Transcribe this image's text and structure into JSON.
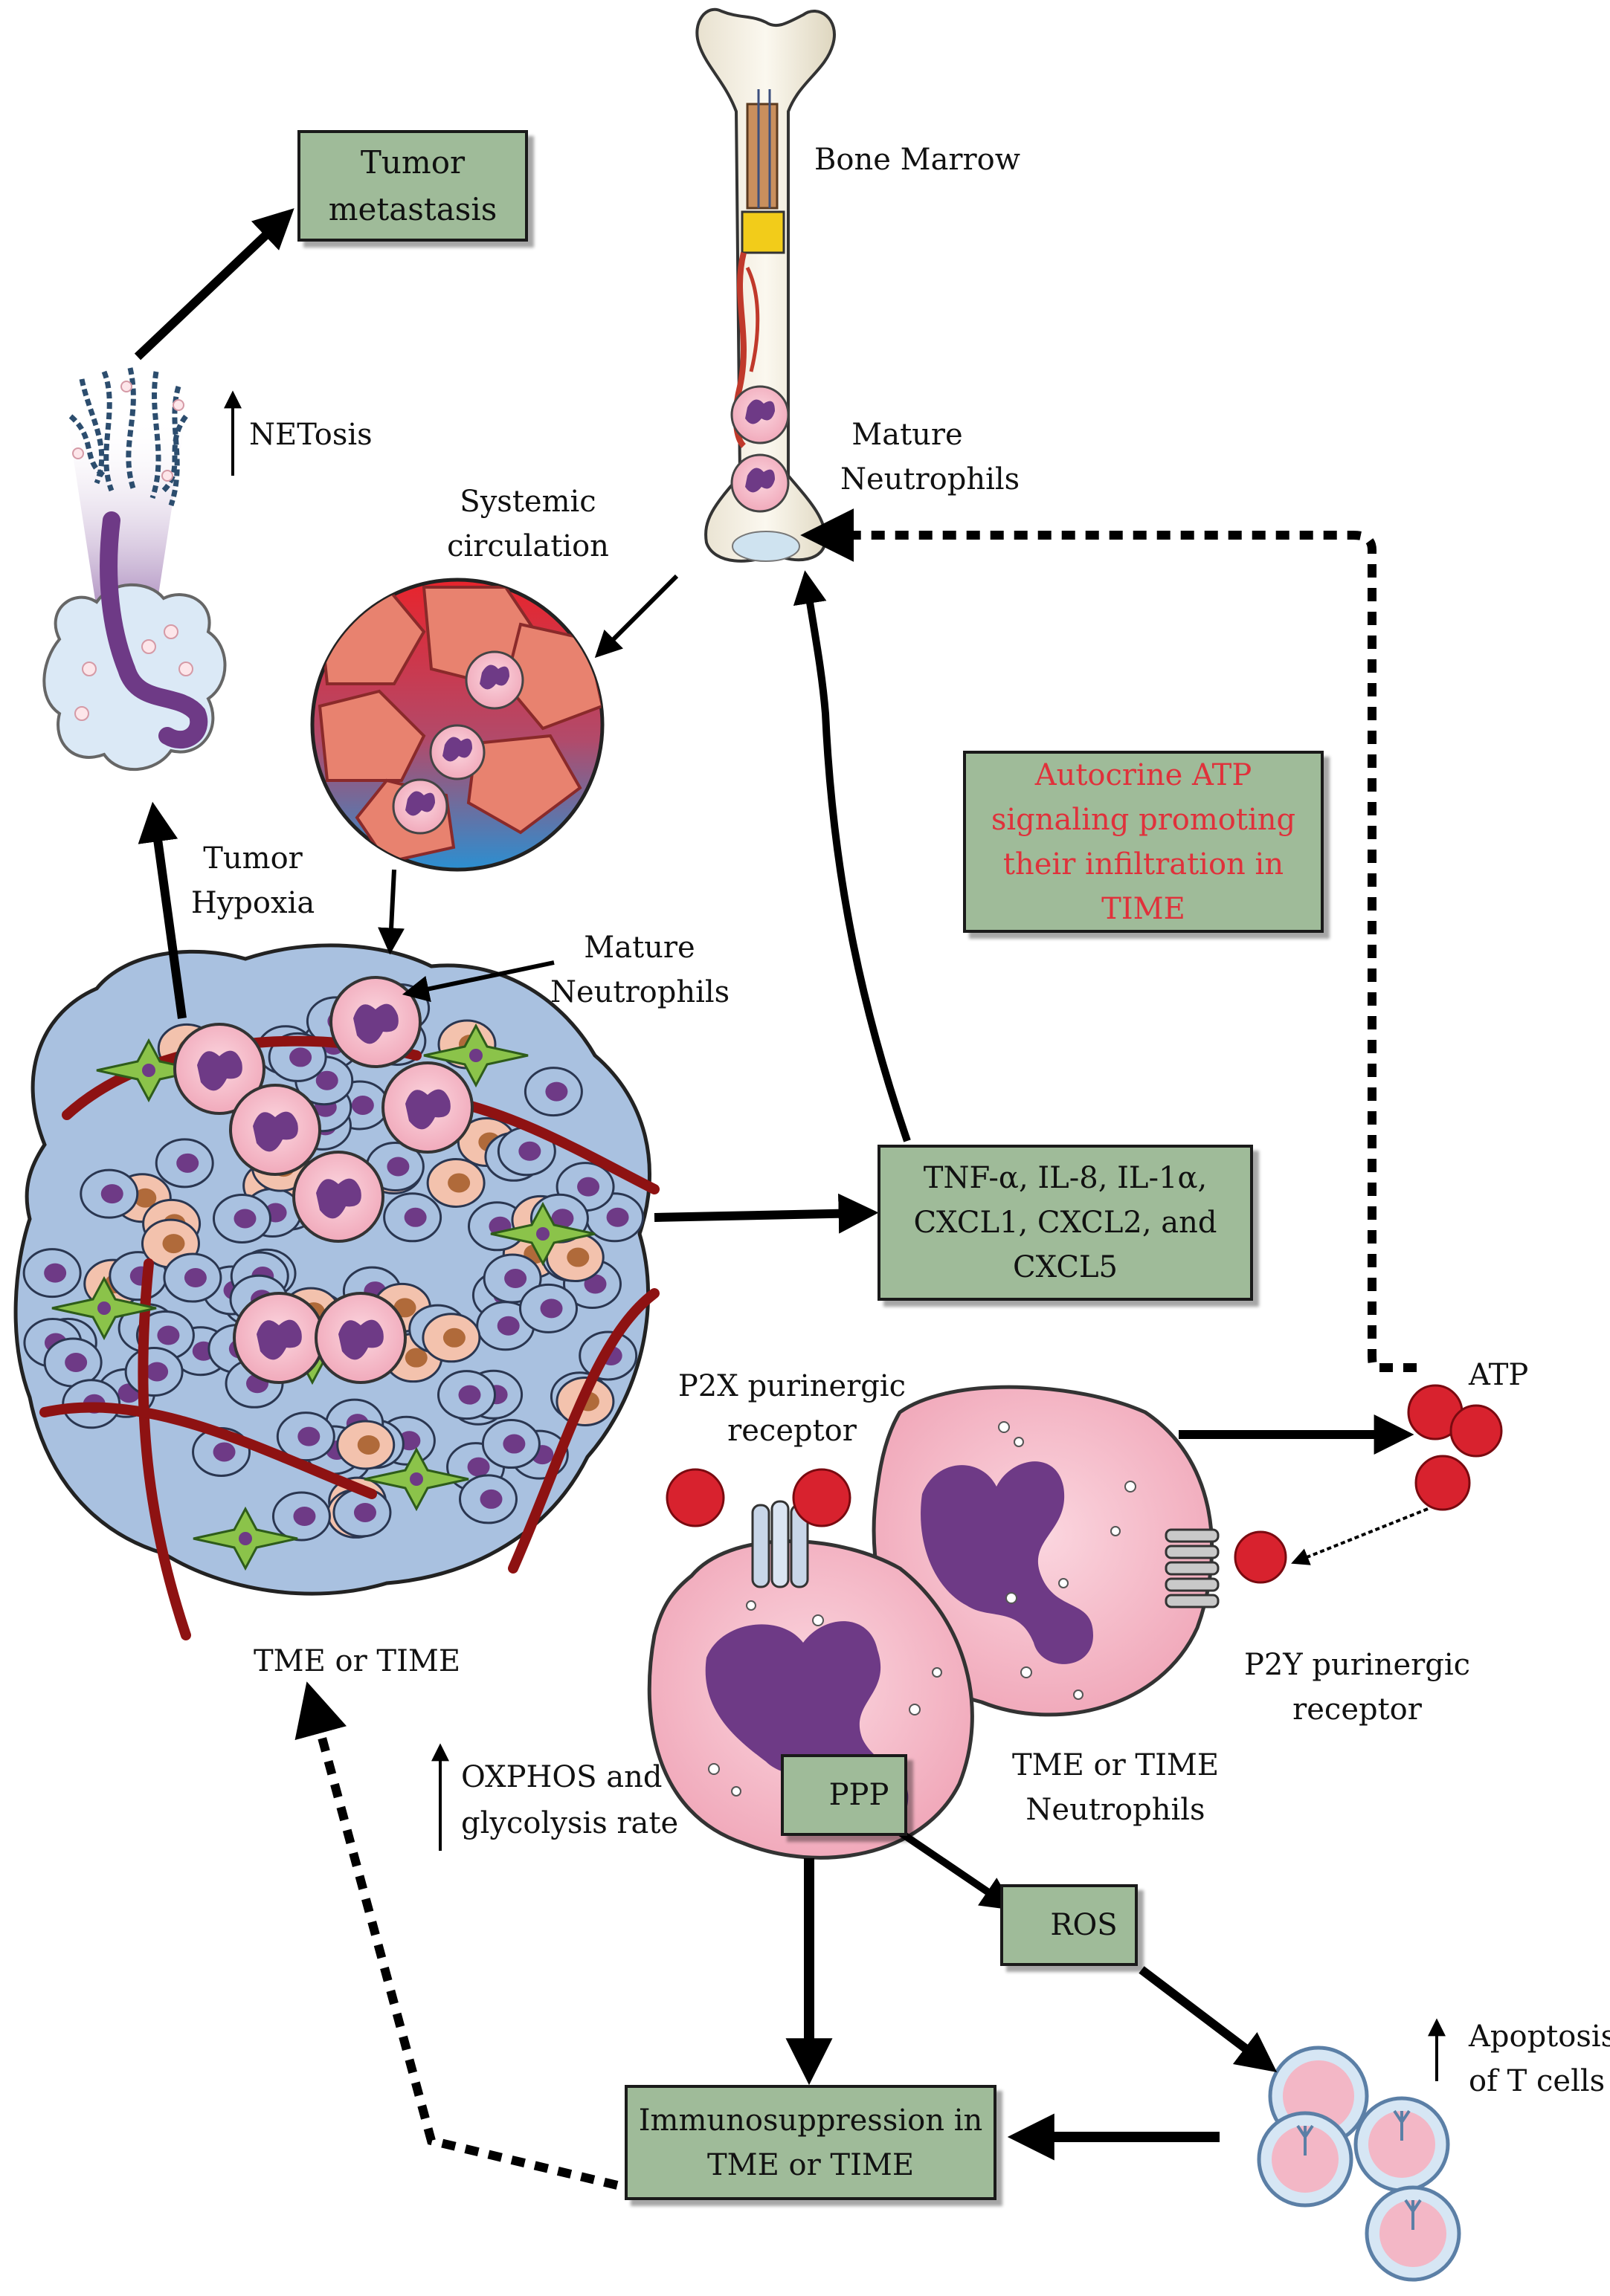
{
  "labels": {
    "tumor_metastasis": "Tumor\nmetastasis",
    "netosis": "NETosis",
    "bone_marrow": "Bone Marrow",
    "mature_neutrophils_bm": "Mature\nNeutrophils",
    "systemic_circulation": "Systemic\ncirculation",
    "tumor_hypoxia": "Tumor\nHypoxia",
    "mature_neutrophils_tumor": "Mature\nNeutrophils",
    "autocrine_atp": "Autocrine ATP\nsignaling promoting\ntheir infiltration in\nTIME",
    "cytokines": "TNF-α, IL-8, IL-1α,\nCXCL1, CXCL2, and\nCXCL5",
    "atp": "ATP",
    "p2x": "P2X purinergic\nreceptor",
    "p2y": "P2Y purinergic\nreceptor",
    "tme_time": "TME or TIME",
    "oxphos": "OXPHOS and\nglycolysis rate",
    "ppp": "PPP",
    "ros": "ROS",
    "tme_neutrophils": "TME or TIME\nNeutrophils",
    "apoptosis": "Apoptosis\nof T cells",
    "immunosuppression": "Immunosuppression in\nTME or TIME"
  },
  "colors": {
    "box_fill": "#9fbb99",
    "autocrine_text": "#e0313b",
    "arrow": "#000000",
    "neutrophil_pink": "#f3b7c6",
    "nucleus_purple": "#6e3a86",
    "atp_red": "#d8222e",
    "tumor_blue": "#a9c1e0",
    "vessel_red": "#8e1212"
  }
}
